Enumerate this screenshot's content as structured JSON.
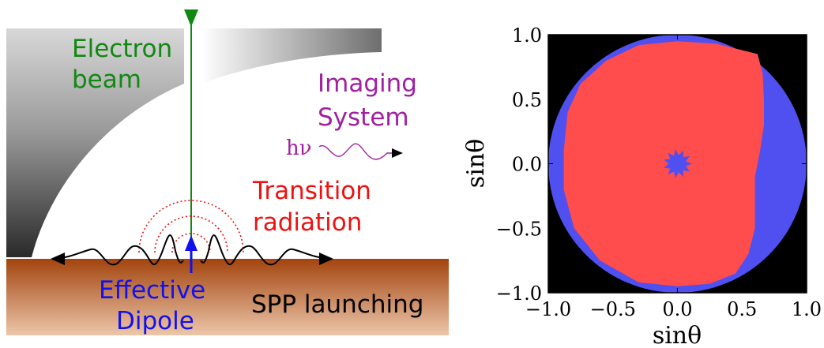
{
  "schematic": {
    "electron_beam": [
      "Electron",
      "beam"
    ],
    "imaging_system": [
      "Imaging",
      "System"
    ],
    "photon": "hν",
    "transition_radiation": [
      "Transition",
      "radiation"
    ],
    "effective_dipole": [
      "Effective",
      "Dipole"
    ],
    "spp_launching": "SPP launching"
  },
  "colors": {
    "beam": "#118811",
    "imaging": "#a020a0",
    "transition": "#ee1111",
    "dipole": "#1111ee",
    "spp": "#000000"
  },
  "chart_data": {
    "type": "heatmap",
    "title": "",
    "xlabel": "sinθ",
    "ylabel": "sinθ",
    "xlim": [
      -1.0,
      1.0
    ],
    "ylim": [
      -1.0,
      1.0
    ],
    "xticks": [
      "−1.0",
      "−0.5",
      "0.0",
      "0.5",
      "1.0"
    ],
    "yticks": [
      "1.0",
      "0.5",
      "0.0",
      "−0.5",
      "−1.0"
    ],
    "background": "#000000",
    "disk_color": "#5050f0",
    "region_color": "#ff4c4c",
    "disk_radius": 1.0,
    "center_spot_radius": 0.09,
    "region_boundary": [
      [
        0.62,
        0.85
      ],
      [
        0.66,
        0.7
      ],
      [
        0.67,
        0.5
      ],
      [
        0.67,
        0.3
      ],
      [
        0.64,
        0.1
      ],
      [
        0.6,
        -0.1
      ],
      [
        0.6,
        -0.3
      ],
      [
        0.6,
        -0.5
      ],
      [
        0.55,
        -0.7
      ],
      [
        0.45,
        -0.85
      ],
      [
        0.25,
        -0.93
      ],
      [
        0.0,
        -0.95
      ],
      [
        -0.3,
        -0.92
      ],
      [
        -0.6,
        -0.75
      ],
      [
        -0.8,
        -0.5
      ],
      [
        -0.88,
        -0.2
      ],
      [
        -0.88,
        0.1
      ],
      [
        -0.85,
        0.4
      ],
      [
        -0.75,
        0.62
      ],
      [
        -0.55,
        0.8
      ],
      [
        -0.3,
        0.92
      ],
      [
        0.0,
        0.95
      ],
      [
        0.3,
        0.93
      ]
    ]
  }
}
